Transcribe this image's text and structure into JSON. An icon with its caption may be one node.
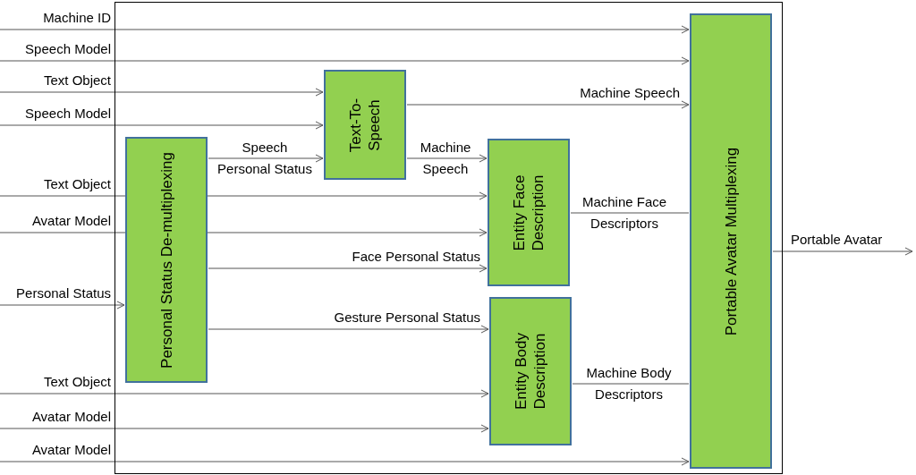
{
  "diagram": {
    "nodes": [
      {
        "text": [],
        "shape": "box"
      },
      {
        "text": [
          "Text-To-Speech"
        ],
        "in": 0
      },
      {
        "text": [
          "Personal Status De-multiplexing"
        ],
        "in": 0
      },
      {
        "text": [
          "Entity Face Description"
        ],
        "in": 0
      },
      {
        "text": [
          "Entity Body Description"
        ],
        "in": 0
      },
      {
        "text": [
          "Portable Avatar Multiplexing"
        ],
        "in": 0
      }
    ],
    "edges": [
      {
        "from": null,
        "to": 5,
        "arrow": "to",
        "label": "Machine ID"
      },
      {
        "from": null,
        "to": 5,
        "arrow": "to",
        "label": "Speech Model"
      },
      {
        "from": null,
        "to": 1,
        "arrow": "to",
        "label": "Text Object"
      },
      {
        "from": null,
        "to": 1,
        "arrow": "to",
        "label": "Speech Model"
      },
      {
        "from": 2,
        "to": 1,
        "arrow": "to",
        "label": "Speech Personal Status"
      },
      {
        "from": 1,
        "to": 5,
        "arrow": "to",
        "label": "Machine Speech"
      },
      {
        "from": 1,
        "to": 3,
        "arrow": "to",
        "label": "Machine Speech"
      },
      {
        "from": null,
        "to": 3,
        "arrow": "to",
        "label": "Text Object"
      },
      {
        "from": null,
        "to": 3,
        "arrow": "to",
        "label": "Avatar Model"
      },
      {
        "from": 2,
        "to": 3,
        "arrow": "to",
        "label": "Face Personal Status"
      },
      {
        "from": null,
        "to": 2,
        "arrow": "to",
        "label": "Personal Status"
      },
      {
        "from": 2,
        "to": 4,
        "arrow": "to",
        "label": "Gesture Personal Status"
      },
      {
        "from": 3,
        "to": 5,
        "arrow": "none",
        "label": "Machine Face Descriptors"
      },
      {
        "from": null,
        "to": 4,
        "arrow": "to",
        "label": "Text Object"
      },
      {
        "from": null,
        "to": 4,
        "arrow": "to",
        "label": "Avatar Model"
      },
      {
        "from": null,
        "to": 5,
        "arrow": "to",
        "label": "Avatar Model"
      },
      {
        "from": 4,
        "to": 5,
        "arrow": "none",
        "label": "Machine Body Descriptors"
      },
      {
        "from": 5,
        "to": null,
        "arrow": "to",
        "label": "Portable Avatar"
      }
    ]
  }
}
